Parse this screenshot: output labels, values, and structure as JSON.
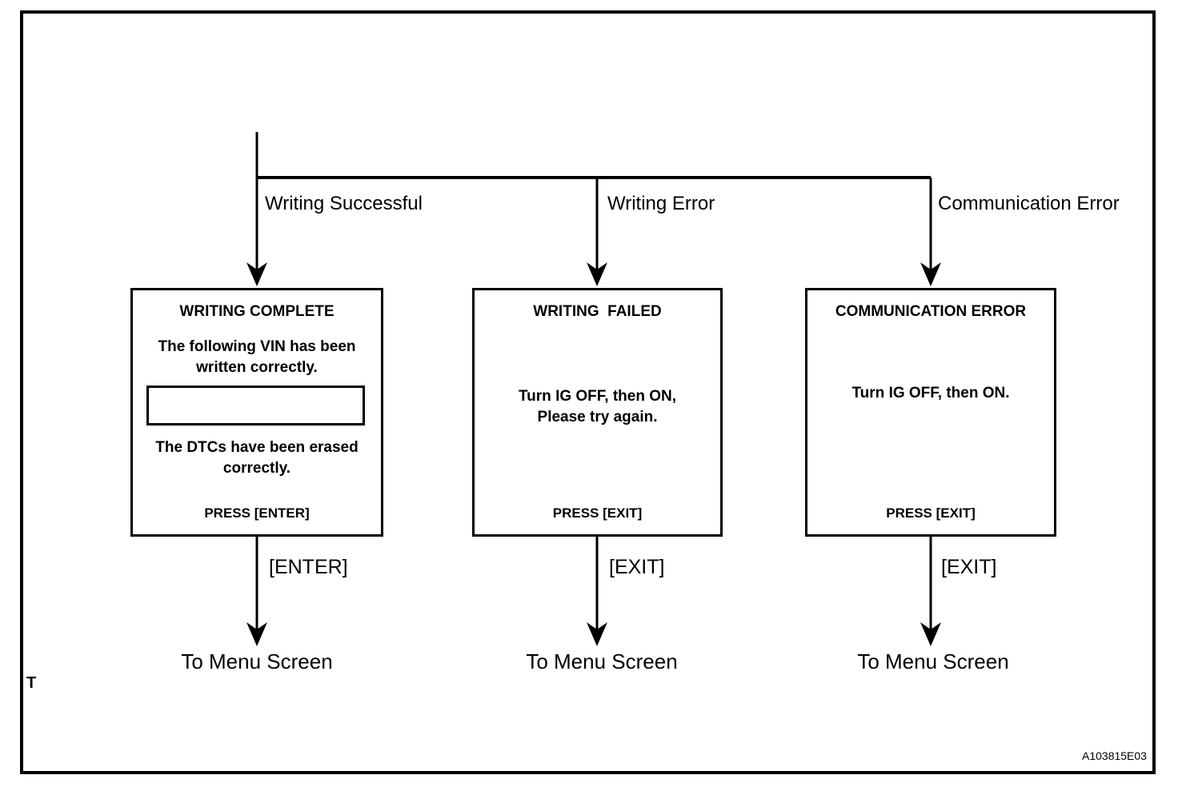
{
  "figure_code": "A103815E03",
  "corner_mark": "T",
  "colors": {
    "line": "#000000",
    "background": "#ffffff",
    "text": "#000000"
  },
  "branches": [
    {
      "condition_label": "Writing Successful",
      "screen": {
        "title": "WRITING COMPLETE",
        "vin_line1": "The following VIN has been",
        "vin_line2": "written correctly.",
        "vin_field_value": "",
        "dtc_line1": "The DTCs have been erased",
        "dtc_line2": "correctly.",
        "press_instruction": "PRESS [ENTER]"
      },
      "key_label": "[ENTER]",
      "destination_label": "To Menu Screen"
    },
    {
      "condition_label": "Writing Error",
      "screen": {
        "title": "WRITING  FAILED",
        "message_line1": "Turn IG OFF, then ON,",
        "message_line2": "Please try again.",
        "press_instruction": "PRESS [EXIT]"
      },
      "key_label": "[EXIT]",
      "destination_label": "To Menu Screen"
    },
    {
      "condition_label": "Communication Error",
      "screen": {
        "title": "COMMUNICATION ERROR",
        "message_line1": "Turn IG OFF, then ON.",
        "press_instruction": "PRESS [EXIT]"
      },
      "key_label": "[EXIT]",
      "destination_label": "To Menu Screen"
    }
  ]
}
